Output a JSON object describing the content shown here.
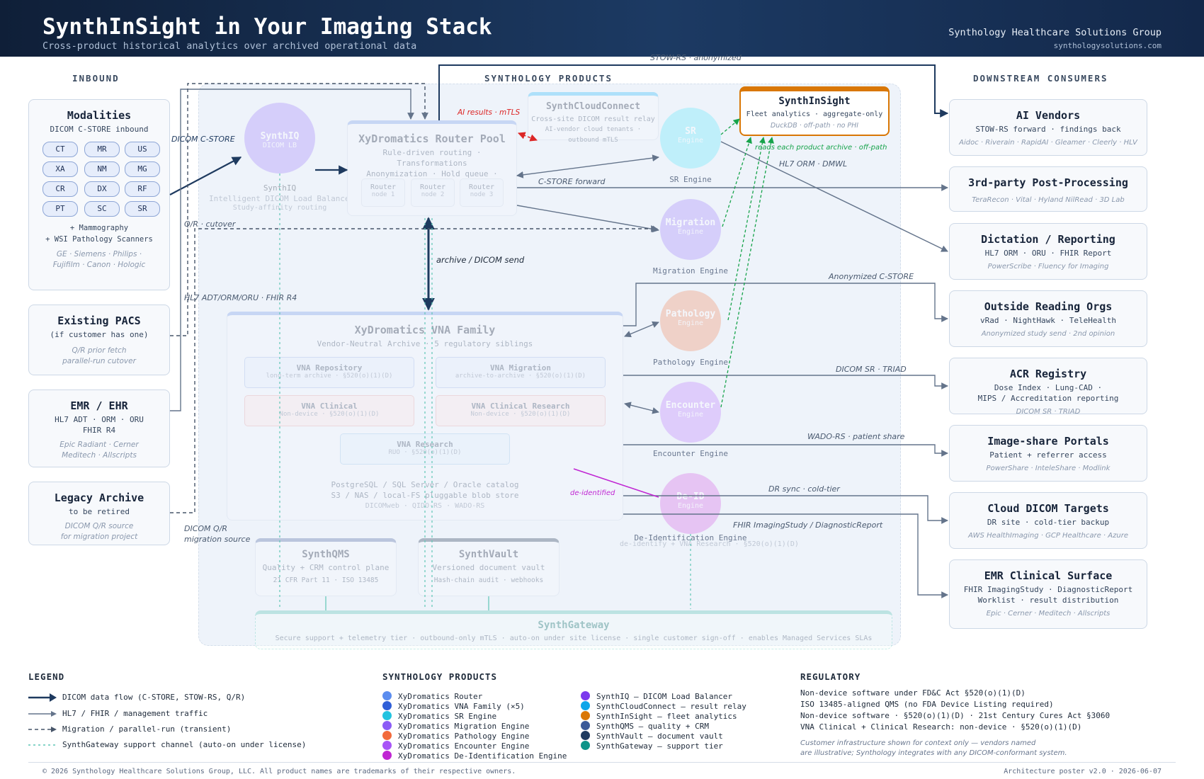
{
  "header": {
    "title": "SynthInSight in Your Imaging Stack",
    "subtitle": "Cross-product historical analytics over archived operational data",
    "org": "Synthology Healthcare Solutions Group",
    "url": "synthologysolutions.com"
  },
  "sections": {
    "inbound": "INBOUND",
    "products": "SYNTHOLOGY PRODUCTS",
    "downstream": "DOWNSTREAM CONSUMERS"
  },
  "inbound": {
    "modalities": {
      "title": "Modalities",
      "subtitle": "DICOM C-STORE inbound",
      "pills": [
        "CT",
        "MR",
        "US",
        "XA",
        "NM",
        "MG",
        "CR",
        "DX",
        "RF",
        "PT",
        "SC",
        "SR"
      ],
      "extra1": "+ Mammography",
      "extra2": "+ WSI Pathology Scanners",
      "vendors1": "GE · Siemens · Philips ·",
      "vendors2": "Fujifilm · Canon · Hologic"
    },
    "pacs": {
      "title": "Existing PACS",
      "subtitle": "(if customer has one)",
      "note1": "Q/R prior fetch",
      "note2": "parallel-run cutover"
    },
    "emr": {
      "title": "EMR / EHR",
      "sub1": "HL7 ADT · ORM · ORU",
      "sub2": "FHIR R4",
      "vendors1": "Epic Radiant · Cerner",
      "vendors2": "Meditech · Allscripts"
    },
    "legacy": {
      "title": "Legacy Archive",
      "subtitle": "to be retired",
      "note1": "DICOM Q/R source",
      "note2": "for migration project"
    }
  },
  "products": {
    "synthiq": {
      "name": "SynthIQ",
      "inner": "DICOM LB",
      "label": "SynthIQ",
      "desc": "Intelligent DICOM Load Balancer",
      "desc2": "Study-affinity routing"
    },
    "router": {
      "title": "XyDromatics Router Pool",
      "line1": "Rule-driven routing · Transformations",
      "line2": "Anonymization · Hold queue · Prefetch",
      "nodes": [
        {
          "name": "Router",
          "sub": "node 1"
        },
        {
          "name": "Router",
          "sub": "node 2"
        },
        {
          "name": "Router",
          "sub": "node 3"
        }
      ]
    },
    "cloudconnect": {
      "title": "SynthCloudConnect",
      "line1": "Cross-site DICOM result relay",
      "line2": "AI-vendor cloud tenants · outbound mTLS"
    },
    "insight": {
      "title": "SynthInSight",
      "line1": "Fleet analytics · aggregate-only",
      "line2": "DuckDB · off-path · no PHI"
    },
    "vna": {
      "title": "XyDromatics VNA Family",
      "subtitle": "Vendor-Neutral Archive · 5 regulatory siblings",
      "modules": [
        {
          "name": "VNA Repository",
          "sub": "long-term archive · §520(o)(1)(D)"
        },
        {
          "name": "VNA Migration",
          "sub": "archive-to-archive · §520(o)(1)(D)"
        },
        {
          "name": "VNA Clinical",
          "sub": "Non-device · §520(o)(1)(D)"
        },
        {
          "name": "VNA Clinical Research",
          "sub": "Non-device · §520(o)(1)(D)"
        },
        {
          "name": "VNA Research",
          "sub": "RUO · §520(o)(1)(D)"
        }
      ],
      "foot1": "PostgreSQL / SQL Server / Oracle catalog",
      "foot2": "S3 / NAS / local-FS pluggable blob store",
      "foot3": "DICOMweb · QIDO-RS · WADO-RS"
    },
    "engines": {
      "sr": {
        "name": "SR",
        "inner": "Engine",
        "label": "SR Engine"
      },
      "migration": {
        "name": "Migration",
        "inner": "Engine",
        "label": "Migration Engine"
      },
      "pathology": {
        "name": "Pathology",
        "inner": "Engine",
        "label": "Pathology Engine"
      },
      "encounter": {
        "name": "Encounter",
        "inner": "Engine",
        "label": "Encounter Engine"
      },
      "deid": {
        "name": "De-ID",
        "inner": "Engine",
        "label": "De-Identification Engine",
        "label2": "de-identify + VNA Research · §520(o)(1)(D)"
      }
    },
    "qms": {
      "title": "SynthQMS",
      "line1": "Quality + CRM control plane",
      "line2": "21 CFR Part 11 · ISO 13485"
    },
    "vault": {
      "title": "SynthVault",
      "line1": "Versioned document vault",
      "line2": "Hash-chain audit · webhooks"
    },
    "gateway": {
      "title": "SynthGateway",
      "line1": "Secure support + telemetry tier · outbound-only mTLS · auto-on under site license · single customer sign-off · enables Managed Services SLAs"
    }
  },
  "flow_labels": {
    "stow_anon": "STOW-RS · anonymized",
    "ai_results": "AI results · mTLS",
    "dicom_cstore": "DICOM C-STORE",
    "cstore_forward": "C-STORE forward",
    "qr_cutover": "Q/R · cutover",
    "archive_send": "archive / DICOM send",
    "hl7_fhir": "HL7 ADT/ORM/ORU · FHIR R4",
    "dicom_qr": "DICOM Q/R",
    "migration_source": "migration source",
    "reads_archive": "reads each product archive · off-path",
    "hl7_orm": "HL7 ORM · DMWL",
    "anon_cstore": "Anonymized C-STORE",
    "dicom_sr_triad": "DICOM SR · TRIAD",
    "wado_share": "WADO-RS · patient share",
    "dr_sync": "DR sync · cold-tier",
    "fhir_imaging": "FHIR ImagingStudy / DiagnosticReport",
    "deidentified": "de-identified"
  },
  "downstream": [
    {
      "title": "AI Vendors",
      "sub1": "STOW-RS forward · findings back",
      "sub2": "",
      "vendors": "Aidoc · Riverain · RapidAI · Gleamer · Cleerly · HLV"
    },
    {
      "title": "3rd-party Post-Processing",
      "sub1": "",
      "sub2": "",
      "vendors": "TeraRecon · Vital · Hyland NilRead · 3D Lab"
    },
    {
      "title": "Dictation / Reporting",
      "sub1": "HL7 ORM · ORU · FHIR Report",
      "sub2": "",
      "vendors": "PowerScribe · Fluency for Imaging"
    },
    {
      "title": "Outside Reading Orgs",
      "sub1": "vRad · NightHawk · TeleHealth",
      "sub2": "",
      "vendors": "Anonymized study send · 2nd opinion"
    },
    {
      "title": "ACR Registry",
      "sub1": "Dose Index · Lung-CAD ·",
      "sub2": "MIPS / Accreditation reporting",
      "vendors": "DICOM SR · TRIAD"
    },
    {
      "title": "Image-share Portals",
      "sub1": "Patient + referrer access",
      "sub2": "",
      "vendors": "PowerShare · InteleShare · Modlink"
    },
    {
      "title": "Cloud DICOM Targets",
      "sub1": "DR site · cold-tier backup",
      "sub2": "",
      "vendors": "AWS HealthImaging · GCP Healthcare · Azure"
    },
    {
      "title": "EMR Clinical Surface",
      "sub1": "FHIR ImagingStudy · DiagnosticReport",
      "sub2": "Worklist · result distribution",
      "vendors": "Epic · Cerner · Meditech · Allscripts"
    }
  ],
  "legend": {
    "title": "LEGEND",
    "items": [
      "DICOM data flow (C-STORE, STOW-RS, Q/R)",
      "HL7 / FHIR / management traffic",
      "Migration / parallel-run (transient)",
      "SynthGateway support channel (auto-on under license)"
    ]
  },
  "product_legend": {
    "title": "SYNTHOLOGY PRODUCTS",
    "col1": [
      {
        "label": "XyDromatics Router",
        "color": "#5b8def"
      },
      {
        "label": "XyDromatics VNA Family (×5)",
        "color": "#2f5fd8"
      },
      {
        "label": "XyDromatics SR Engine",
        "color": "#22c3e0"
      },
      {
        "label": "XyDromatics Migration Engine",
        "color": "#8b5cf6"
      },
      {
        "label": "XyDromatics Pathology Engine",
        "color": "#f26a3c"
      },
      {
        "label": "XyDromatics Encounter Engine",
        "color": "#a855f7"
      },
      {
        "label": "XyDromatics De-Identification Engine",
        "color": "#c026d3"
      }
    ],
    "col2": [
      {
        "label": "SynthIQ — DICOM Load Balancer",
        "color": "#7c3aed"
      },
      {
        "label": "SynthCloudConnect — result relay",
        "color": "#0ea5e9"
      },
      {
        "label": "SynthInSight — fleet analytics",
        "color": "#d97706"
      },
      {
        "label": "SynthQMS — quality + CRM",
        "color": "#3b5998"
      },
      {
        "label": "SynthVault — document vault",
        "color": "#1e3a5f"
      },
      {
        "label": "SynthGateway — support tier",
        "color": "#0d9488"
      }
    ]
  },
  "regulatory": {
    "title": "REGULATORY",
    "lines": [
      "Non-device software under FD&C Act §520(o)(1)(D)",
      "ISO 13485-aligned QMS (no FDA Device Listing required)",
      "Non-device software · §520(o)(1)(D) · 21st Century Cures Act §3060",
      "VNA Clinical + Clinical Research: non-device · §520(o)(1)(D)"
    ],
    "note1": "Customer infrastructure shown for context only — vendors named",
    "note2": "are illustrative; Synthology integrates with any DICOM-conformant system."
  },
  "footer": {
    "copyright": "© 2026 Synthology Healthcare Solutions Group, LLC. All product names are trademarks of their respective owners.",
    "version": "Architecture poster v2.0 · 2026-06-07"
  }
}
